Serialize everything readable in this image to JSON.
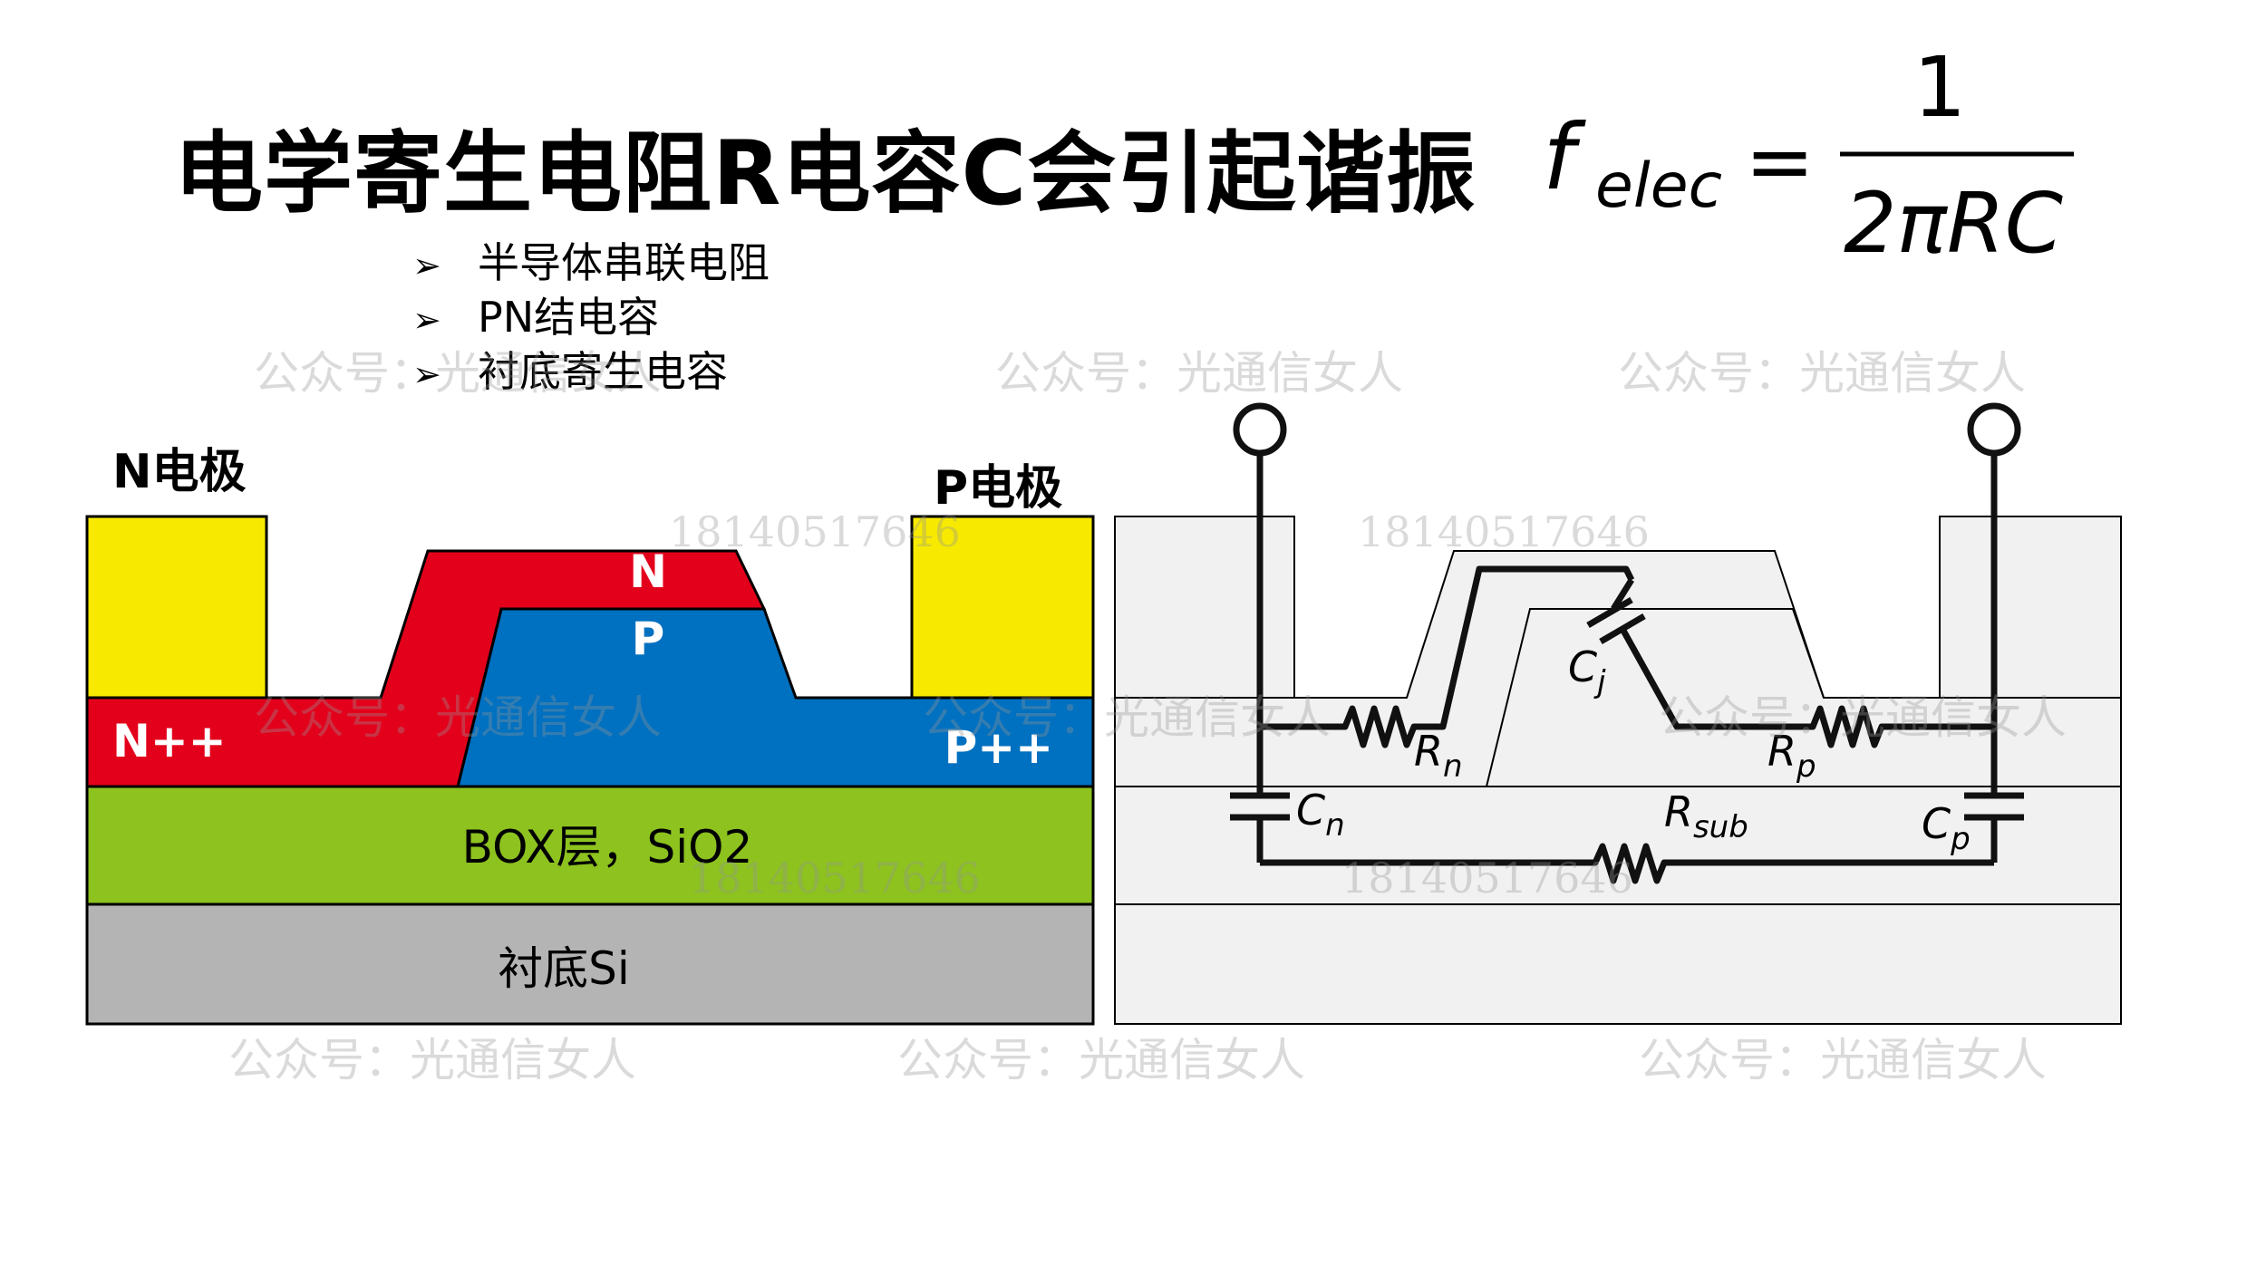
{
  "title": "电学寄生电阻R电容C会引起谐振",
  "formula": {
    "lhs_main": "f",
    "lhs_sub": "elec",
    "equals": "=",
    "numerator": "1",
    "denominator": "2πRC"
  },
  "bullets": [
    {
      "marker": "➢",
      "text": "半导体串联电阻"
    },
    {
      "marker": "➢",
      "text": "PN结电容"
    },
    {
      "marker": "➢",
      "text": "衬底寄生电容"
    }
  ],
  "device": {
    "n_electrode": "N电极",
    "p_electrode": "P电极",
    "n_region": "N",
    "p_region": "P",
    "npp": "N++",
    "ppp": "P++",
    "box": "BOX层，SiO2",
    "substrate": "衬底Si"
  },
  "circuit": {
    "Rn": {
      "main": "R",
      "sub": "n"
    },
    "Rp": {
      "main": "R",
      "sub": "p"
    },
    "Cj": {
      "main": "C",
      "sub": "j"
    },
    "Cn": {
      "main": "C",
      "sub": "n"
    },
    "Cp": {
      "main": "C",
      "sub": "p"
    },
    "Rsub": {
      "main": "R",
      "sub": "sub"
    }
  },
  "watermarks": {
    "account": "公众号：光通信女人",
    "phone": "18140517646"
  },
  "colors": {
    "electrode": "#f7ea00",
    "n_doped": "#e3001b",
    "p_doped": "#0070c0",
    "box": "#8dc21f",
    "substrate": "#b4b4b4",
    "circuit_bg": "#f1f1f1"
  }
}
